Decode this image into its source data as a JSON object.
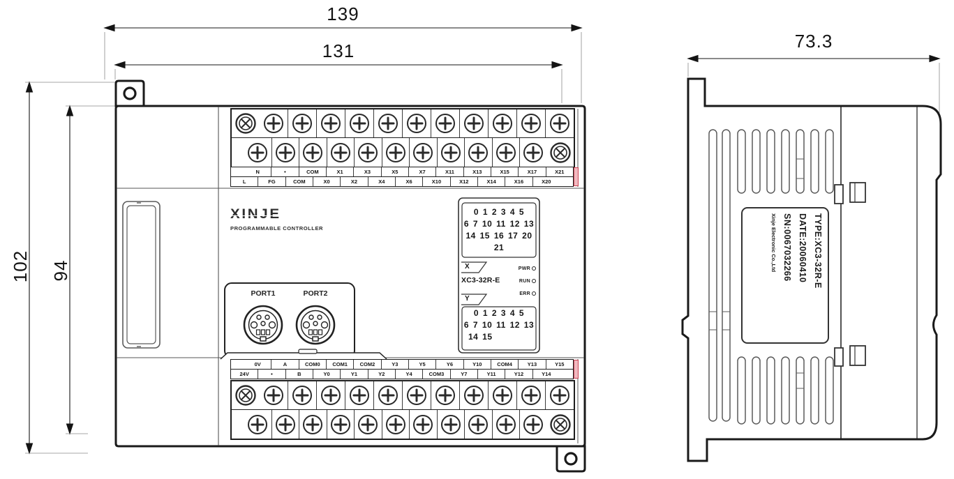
{
  "dimensions": {
    "front_width_outer": "139",
    "front_width_inner": "131",
    "front_height_outer": "102",
    "front_height_inner": "94",
    "side_depth": "73.3"
  },
  "front_view": {
    "brand": {
      "logo": "XINJE",
      "subtitle": "PROGRAMMABLE CONTROLLER"
    },
    "ports": {
      "port1": "PORT1",
      "port2": "PORT2"
    },
    "led_panel": {
      "input_marker": "X",
      "output_marker": "Y",
      "model": "XC3-32R-E",
      "input_rows": [
        "0 1 2 3 4 5",
        "6 7 10 11 12 13",
        "14 15 16 17 20 21"
      ],
      "output_rows": [
        "0 1 2 3 4 5",
        "6 7 10 11 12 13",
        "14 15"
      ],
      "status_leds": [
        "PWR",
        "RUN",
        "ERR"
      ]
    },
    "terminals": {
      "input_top": [
        "N",
        "•",
        "COM",
        "X1",
        "X3",
        "X5",
        "X7",
        "X11",
        "X13",
        "X15",
        "X17",
        "X21"
      ],
      "input_bottom": [
        "L",
        "FG",
        "COM",
        "X0",
        "X2",
        "X4",
        "X6",
        "X10",
        "X12",
        "X14",
        "X16",
        "X20"
      ],
      "output_top": [
        "0V",
        "A",
        "COM0",
        "COM1",
        "COM2",
        "Y3",
        "Y5",
        "Y6",
        "Y10",
        "COM4",
        "Y13",
        "Y15"
      ],
      "output_bottom": [
        "24V",
        "•",
        "B",
        "Y0",
        "Y1",
        "Y2",
        "Y4",
        "COM3",
        "Y7",
        "Y11",
        "Y12",
        "Y14"
      ]
    }
  },
  "side_view": {
    "label": {
      "line1": "TYPE:XC3-32R-E",
      "line2": "DATE:20060410",
      "line3": "SN:0067032266",
      "line4": "Xinje Electronic Co.,Ltd"
    }
  },
  "colors": {
    "line": "#1a1a1a",
    "strip_endcap": "#f0b9c0"
  }
}
